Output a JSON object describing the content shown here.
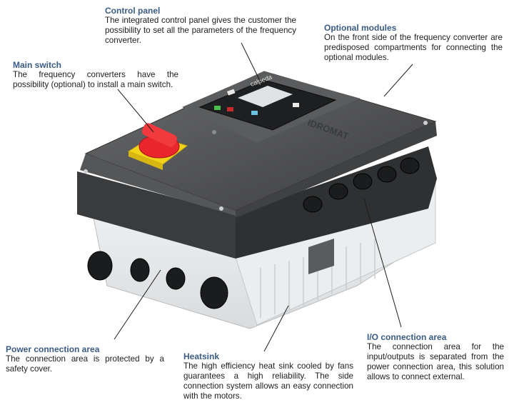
{
  "callouts": {
    "control_panel": {
      "title": "Control panel",
      "text": "The integrated control panel gives the customer the possibility to set all the parameters of the frequency converter."
    },
    "optional_modules": {
      "title": "Optional modules",
      "text": "On the front side of the frequency converter are predisposed compartments for connecting the optional modules."
    },
    "main_switch": {
      "title": "Main switch",
      "text": "The frequency converters have the possibility (optional) to install a main switch."
    },
    "power_connection": {
      "title": "Power connection area",
      "text": "The connection area is protected by a safety cover."
    },
    "heatsink": {
      "title": "Heatsink",
      "text": "The high efficiency heat sink cooled by fans guarantees a high reliability. The side connection system allows an easy connection with the motors."
    },
    "io_connection": {
      "title": "I/O connection area",
      "text": "The connection area for the input/outputs is separated from the power connection area, this solution allows to connect external."
    }
  },
  "device": {
    "brand_logo": "calpeda",
    "series_mark": "IDROMAT"
  },
  "colors": {
    "heading": "#3a5b86",
    "housing": "#4d4e50",
    "switch_red": "#e8262b",
    "switch_yellow": "#f3d21a"
  }
}
